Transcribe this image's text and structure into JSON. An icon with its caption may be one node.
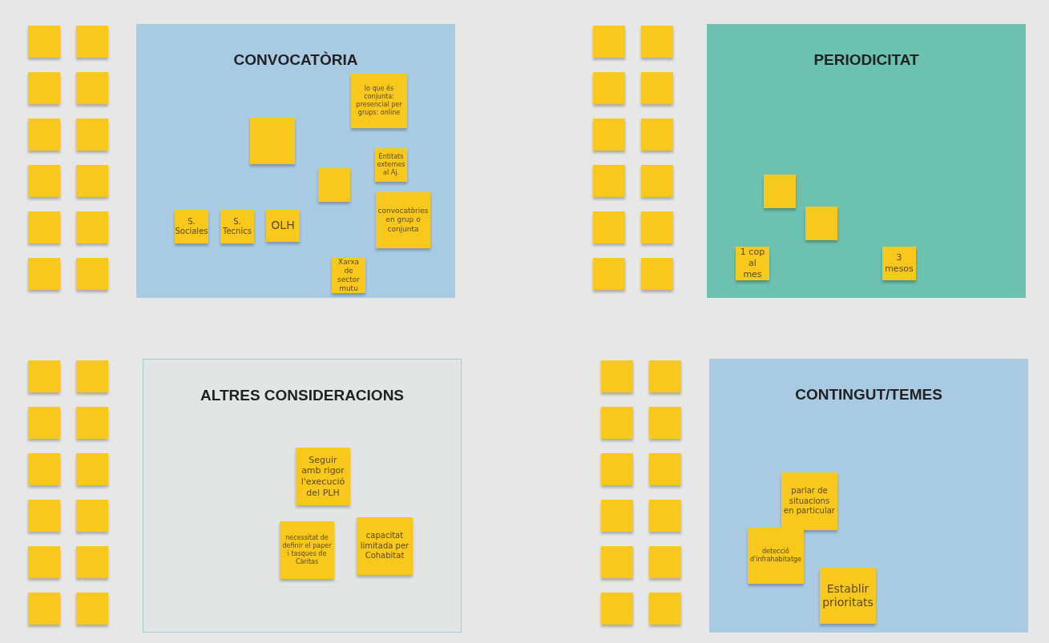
{
  "diagram": {
    "nodes": [
      {
        "text": [],
        "shape": "box"
      },
      {
        "text": [],
        "shape": "box"
      },
      {
        "text": [],
        "shape": "box"
      },
      {
        "text": [],
        "shape": "box"
      },
      {
        "text": [],
        "shape": "box"
      },
      {
        "text": [],
        "shape": "box"
      },
      {
        "text": [],
        "shape": "box"
      },
      {
        "text": [],
        "shape": "box"
      },
      {
        "text": [],
        "shape": "box"
      },
      {
        "text": [],
        "shape": "box"
      },
      {
        "text": [],
        "shape": "box"
      },
      {
        "text": [],
        "shape": "box"
      },
      {
        "text": [
          "CONVOCATÒRIA"
        ]
      },
      {
        "text": [
          "lo que és conjunta: presencial per grups: online"
        ],
        "in": 12
      },
      {
        "text": [],
        "shape": "box",
        "in": 12
      },
      {
        "text": [
          "Entitats externes al Aj."
        ],
        "in": 12
      },
      {
        "text": [],
        "shape": "box",
        "in": 12
      },
      {
        "text": [
          "S. Sociales"
        ],
        "in": 12
      },
      {
        "text": [
          "S. Tecnics"
        ],
        "in": 12
      },
      {
        "text": [
          "OLH"
        ],
        "in": 12
      },
      {
        "text": [
          "convocatòries en grup o conjunta"
        ],
        "in": 12
      },
      {
        "text": [
          "Xarxa de sector mutu"
        ],
        "in": 12
      },
      {
        "text": [],
        "shape": "box"
      },
      {
        "text": [],
        "shape": "box"
      },
      {
        "text": [],
        "shape": "box"
      },
      {
        "text": [],
        "shape": "box"
      },
      {
        "text": [],
        "shape": "box"
      },
      {
        "text": [],
        "shape": "box"
      },
      {
        "text": [],
        "shape": "box"
      },
      {
        "text": [],
        "shape": "box"
      },
      {
        "text": [],
        "shape": "box"
      },
      {
        "text": [],
        "shape": "box"
      },
      {
        "text": [],
        "shape": "box"
      },
      {
        "text": [],
        "shape": "box"
      },
      {
        "text": [
          "PERIODICITAT"
        ]
      },
      {
        "text": [],
        "shape": "box",
        "in": 34
      },
      {
        "text": [],
        "shape": "box",
        "in": 34
      },
      {
        "text": [
          "1 cop al mes"
        ],
        "in": 34
      },
      {
        "text": [
          "3 mesos"
        ],
        "in": 34
      },
      {
        "text": [],
        "shape": "box"
      },
      {
        "text": [],
        "shape": "box"
      },
      {
        "text": [],
        "shape": "box"
      },
      {
        "text": [],
        "shape": "box"
      },
      {
        "text": [],
        "shape": "box"
      },
      {
        "text": [],
        "shape": "box"
      },
      {
        "text": [],
        "shape": "box"
      },
      {
        "text": [],
        "shape": "box"
      },
      {
        "text": [],
        "shape": "box"
      },
      {
        "text": [],
        "shape": "box"
      },
      {
        "text": [],
        "shape": "box"
      },
      {
        "text": [],
        "shape": "box"
      },
      {
        "text": [
          "ALTRES CONSIDERACIONS"
        ]
      },
      {
        "text": [
          "Seguir amb rigor l'execució del PLH"
        ],
        "in": 51
      },
      {
        "text": [
          "necessitat de definir el paper i tasques de Càritas"
        ],
        "in": 51
      },
      {
        "text": [
          "capacitat limitada per Cohabitat"
        ],
        "in": 51
      },
      {
        "text": [],
        "shape": "box"
      },
      {
        "text": [],
        "shape": "box"
      },
      {
        "text": [],
        "shape": "box"
      },
      {
        "text": [],
        "shape": "box"
      },
      {
        "text": [],
        "shape": "box"
      },
      {
        "text": [],
        "shape": "box"
      },
      {
        "text": [],
        "shape": "box"
      },
      {
        "text": [],
        "shape": "box"
      },
      {
        "text": [],
        "shape": "box"
      },
      {
        "text": [],
        "shape": "box"
      },
      {
        "text": [],
        "shape": "box"
      },
      {
        "text": [],
        "shape": "box"
      },
      {
        "text": [
          "CONTINGUT/TEMES"
        ]
      },
      {
        "text": [
          "parlar de situacions en particular"
        ],
        "in": 67
      },
      {
        "text": [
          "detecció d'infrahabitatge"
        ],
        "in": 67
      },
      {
        "text": [
          "Establir prioritats"
        ],
        "in": 67
      }
    ],
    "edges": []
  }
}
